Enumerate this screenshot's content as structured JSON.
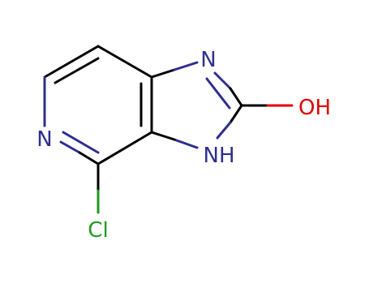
{
  "molecule": {
    "atoms": {
      "n_top": "N",
      "n_pyridine": "N",
      "nh": "NH",
      "oh": "OH",
      "cl": "Cl"
    },
    "colors": {
      "bond": "#000000",
      "nitrogen": "#2e2e8f",
      "oxygen": "#e00000",
      "chlorine": "#1f9a1f"
    }
  }
}
